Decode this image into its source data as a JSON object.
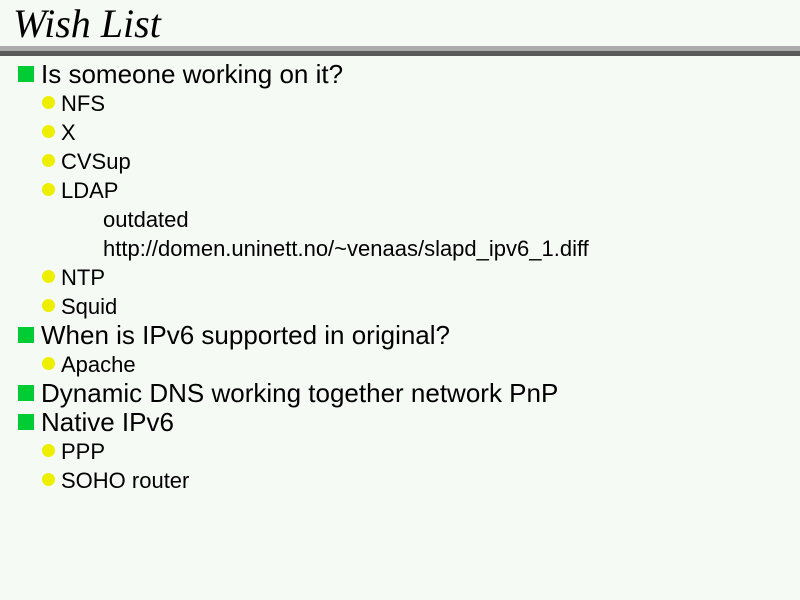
{
  "slide": {
    "title": "Wish List",
    "colors": {
      "background": "#f5faf5",
      "rule_top": "#ababab",
      "rule_bottom": "#5a5a5a",
      "bullet_level1": "#00cc33",
      "bullet_level2": "#eeee00",
      "text": "#000000"
    },
    "items": [
      {
        "level": 1,
        "text": "Is someone working on it?"
      },
      {
        "level": 2,
        "text": "NFS"
      },
      {
        "level": 2,
        "text": "X"
      },
      {
        "level": 2,
        "text": "CVSup"
      },
      {
        "level": 2,
        "text": "LDAP"
      },
      {
        "level": 3,
        "text": "outdated"
      },
      {
        "level": 3,
        "text": "http://domen.uninett.no/~venaas/slapd_ipv6_1.diff"
      },
      {
        "level": 2,
        "text": "NTP"
      },
      {
        "level": 2,
        "text": "Squid"
      },
      {
        "level": 1,
        "text": "When is IPv6 supported in original?"
      },
      {
        "level": 2,
        "text": "Apache"
      },
      {
        "level": 1,
        "text": "Dynamic DNS working together network PnP"
      },
      {
        "level": 1,
        "text": "Native IPv6"
      },
      {
        "level": 2,
        "text": "PPP"
      },
      {
        "level": 2,
        "text": "SOHO router"
      }
    ]
  }
}
